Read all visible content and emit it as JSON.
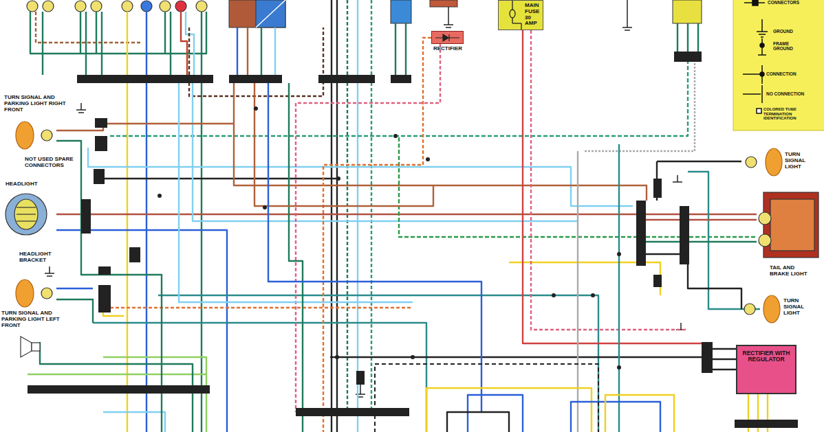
{
  "diagram": {
    "nodes": [
      {
        "text": [
          "RECTIFIER"
        ]
      },
      {
        "text": [
          "MAIN FUSE 30 AMP"
        ]
      },
      {
        "text": [
          "RECTIFIER WITH REGULATOR"
        ]
      }
    ],
    "labels": [
      "TURN SIGNAL AND PARKING LIGHT RIGHT FRONT",
      "NOT USED SPARE CONNECTORS",
      "HEADLIGHT",
      "HEADLIGHT BRACKET",
      "TURN SIGNAL AND PARKING LIGHT LEFT FRONT",
      "TURN SIGNAL LIGHT",
      "TAIL AND BRAKE LIGHT",
      "TURN SIGNAL LIGHT"
    ],
    "legend": [
      {
        "text": "CONNECTORS"
      },
      {
        "text": "GROUND"
      },
      {
        "text": "FRAME GROUND"
      },
      {
        "text": "CONNECTION"
      },
      {
        "text": "NO CONNECTION"
      },
      {
        "text": "COLORED TUBE TERMINATION IDENTIFICATION"
      }
    ]
  }
}
